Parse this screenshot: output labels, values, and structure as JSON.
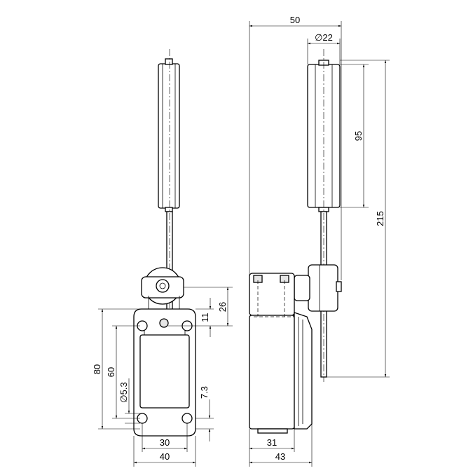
{
  "dimensions": {
    "front": {
      "roller_to_screw": "26",
      "screw_to_mount": "11",
      "total_height": "80",
      "hole_spacing_v": "60",
      "hole_dia": "∅5.3",
      "bottom_offset": "7.3",
      "hole_spacing_h": "30",
      "total_width": "40"
    },
    "side": {
      "overall_reach": "50",
      "roller_dia": "∅22",
      "roller_length": "95",
      "overall_height": "215",
      "depth_inner": "31",
      "depth_total": "43"
    }
  }
}
